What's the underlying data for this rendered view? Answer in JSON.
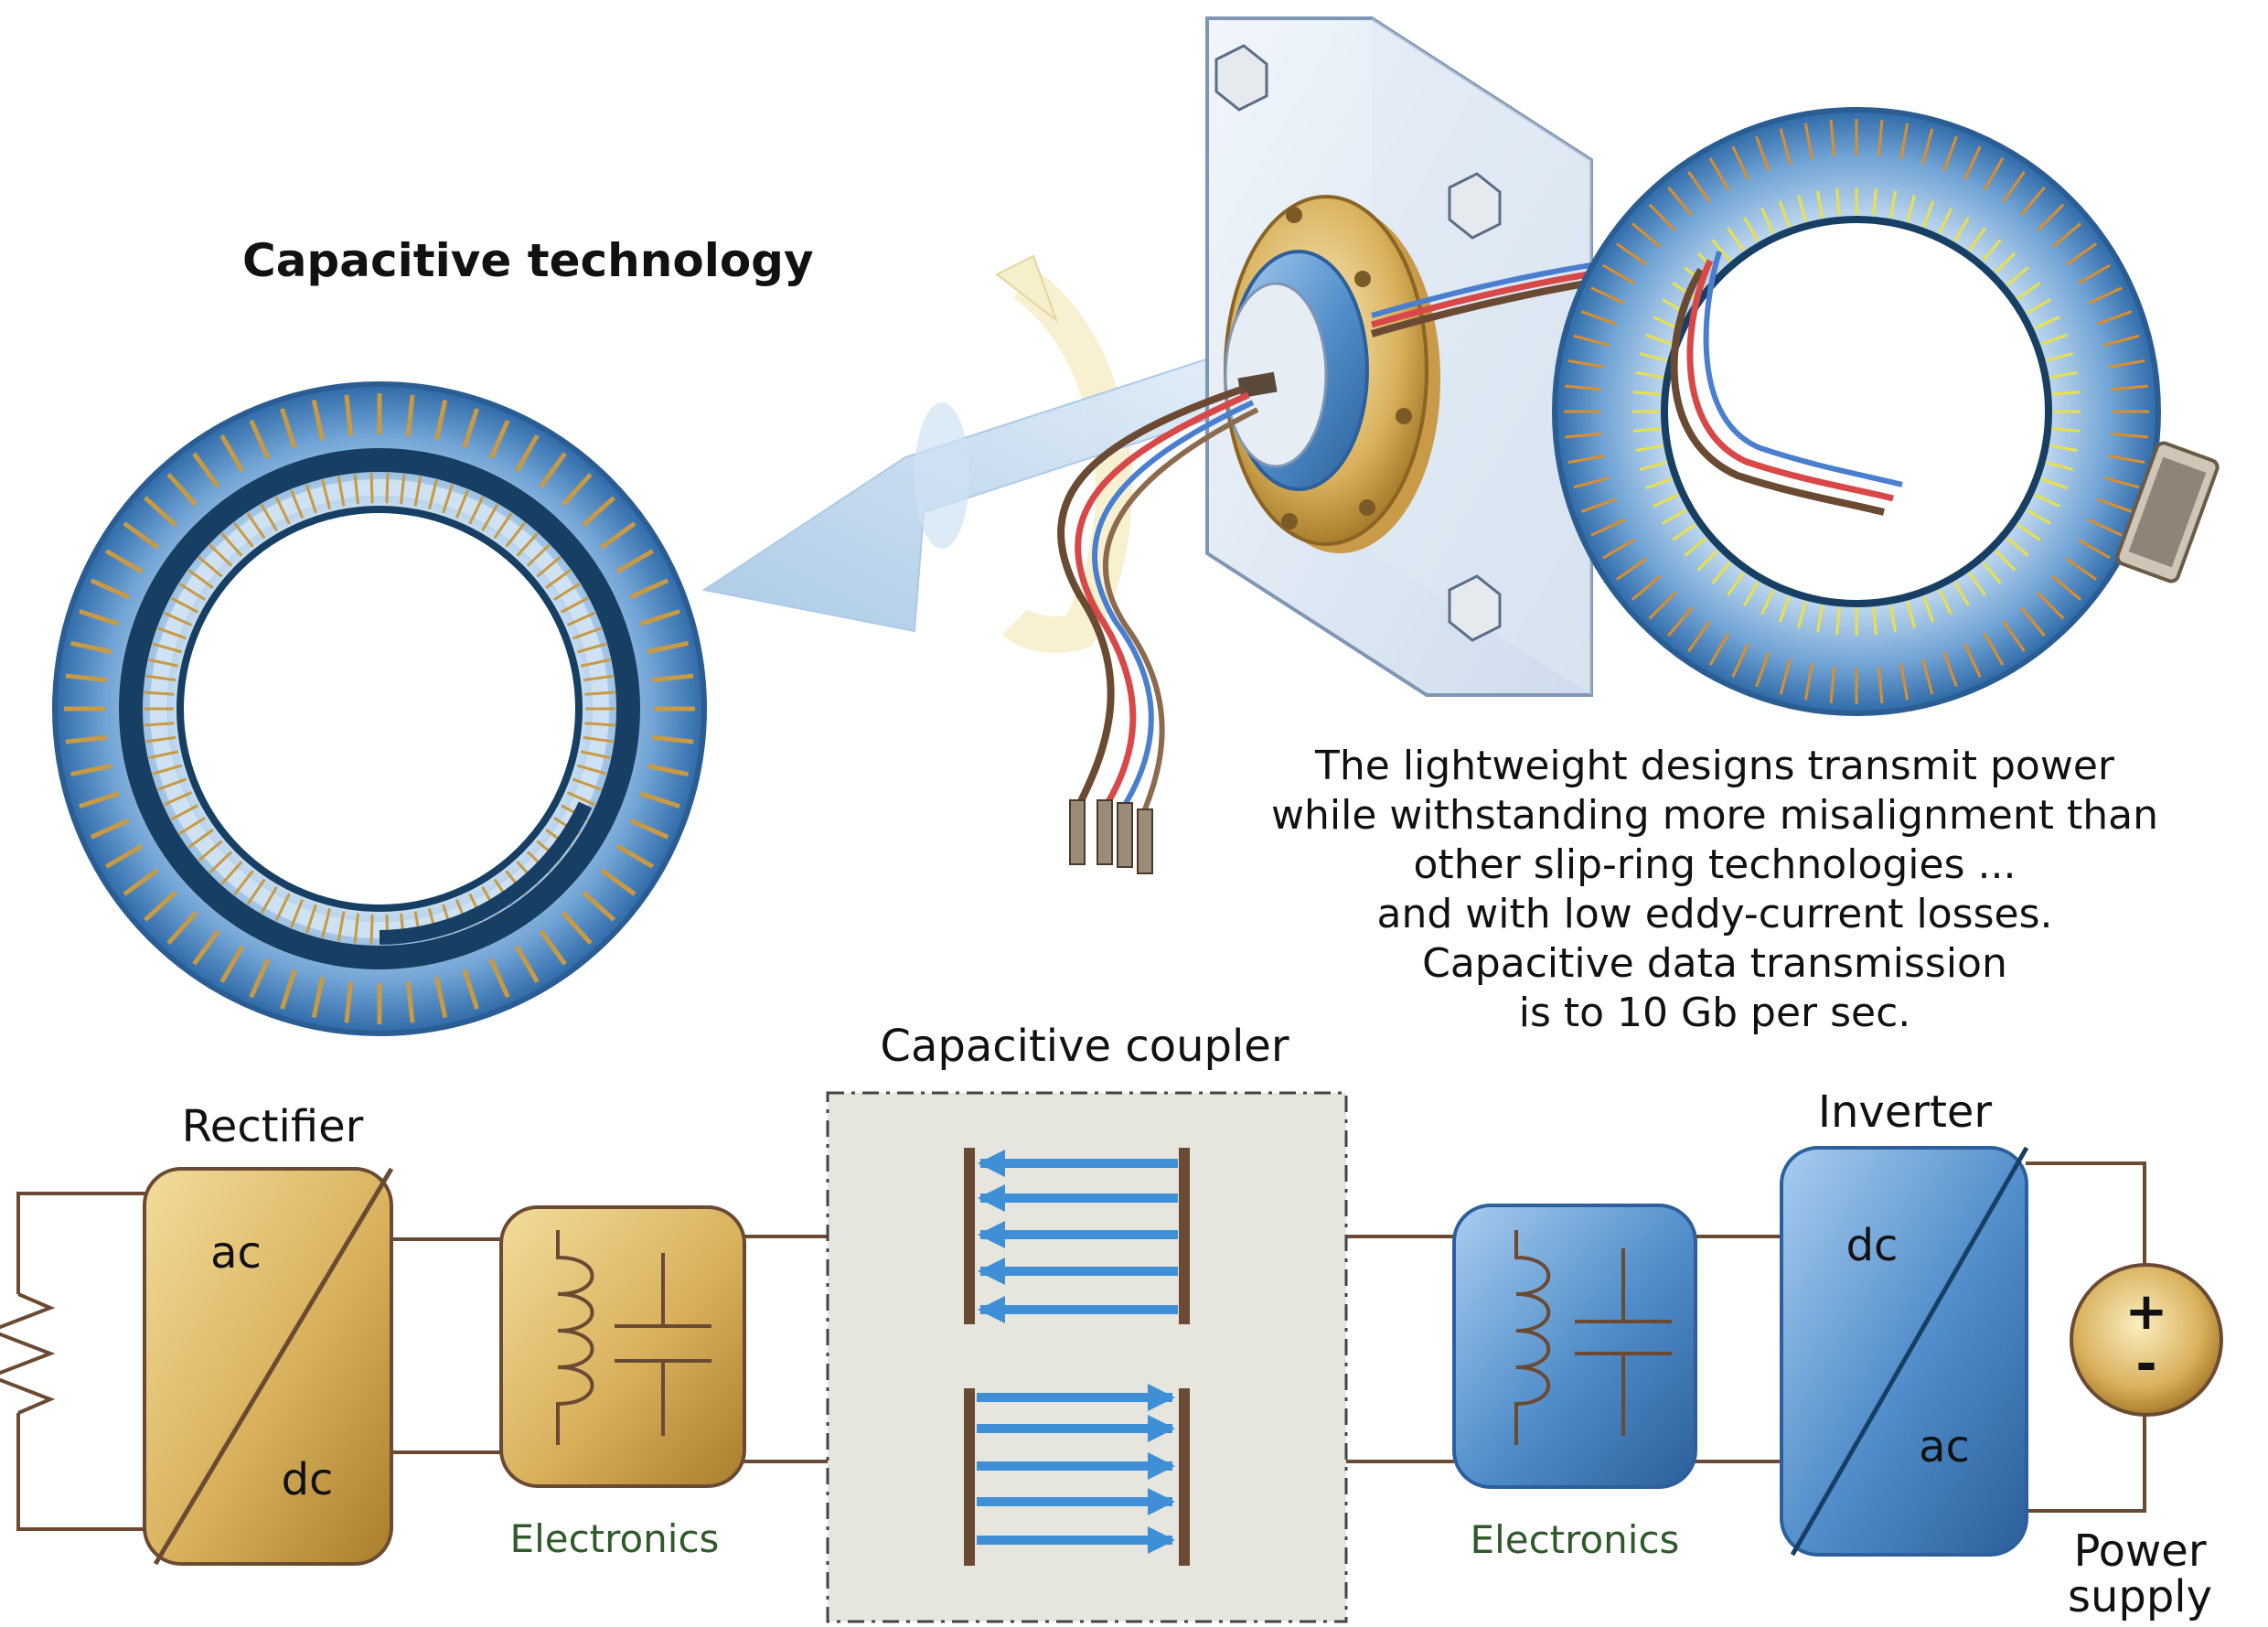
{
  "title": "Capacitive technology",
  "caption": [
    "The lightweight designs transmit power",
    "while withstanding more misalignment than",
    "other slip-ring technologies ...",
    "and with low eddy-current losses.",
    "Capacitive data transmission",
    "is to 10 Gb per sec."
  ],
  "circuit": {
    "coupler_label": "Capacitive coupler",
    "rectifier": {
      "label": "Rectifier",
      "top": "ac",
      "bottom": "dc"
    },
    "electronics_left": "Electronics",
    "electronics_right": "Electronics",
    "inverter": {
      "label": "Inverter",
      "top": "dc",
      "bottom": "ac"
    },
    "power_supply": {
      "line1": "Power",
      "line2": "supply",
      "plus": "+",
      "minus": "-"
    }
  },
  "icons": [
    "ring-icon",
    "slip-ring-assembly-icon",
    "resistor-icon",
    "inductor-icon",
    "capacitor-icon",
    "arrow-icon"
  ],
  "colors": {
    "gold": "#d9b15d",
    "blue": "#4a86c5",
    "wire_brown": "#6b4a33",
    "label_green": "#2f5a2a"
  }
}
